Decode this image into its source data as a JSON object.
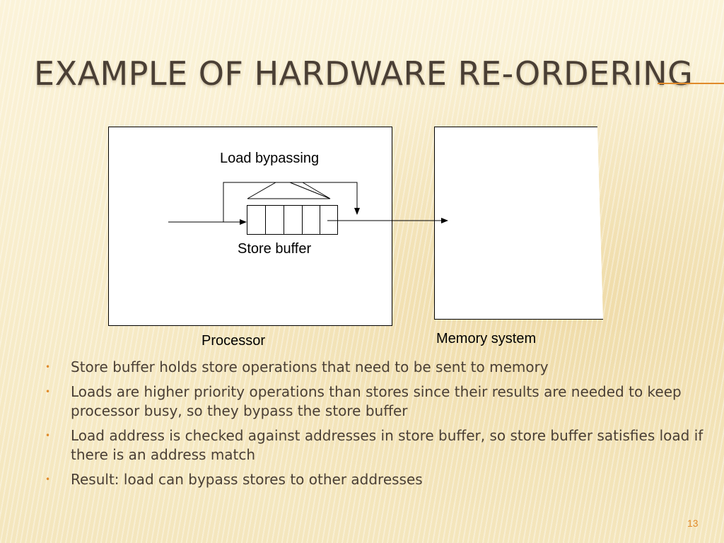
{
  "title": "EXAMPLE OF HARDWARE RE-ORDERING",
  "diagram": {
    "load_bypassing_label": "Load bypassing",
    "store_buffer_label": "Store buffer",
    "processor_label": "Processor",
    "memory_label": "Memory system"
  },
  "bullets": [
    "Store buffer holds store operations that need to be sent to memory",
    "Loads are higher priority operations than stores since their results are needed to keep processor busy, so they bypass the store buffer",
    "Load address is checked against addresses in store buffer, so store buffer satisfies load if there is an address match",
    "Result: load can bypass stores to other addresses"
  ],
  "bullet_symbol": "•",
  "page_number": "13",
  "colors": {
    "accent": "#e08a2a",
    "text": "#4a3f35"
  }
}
